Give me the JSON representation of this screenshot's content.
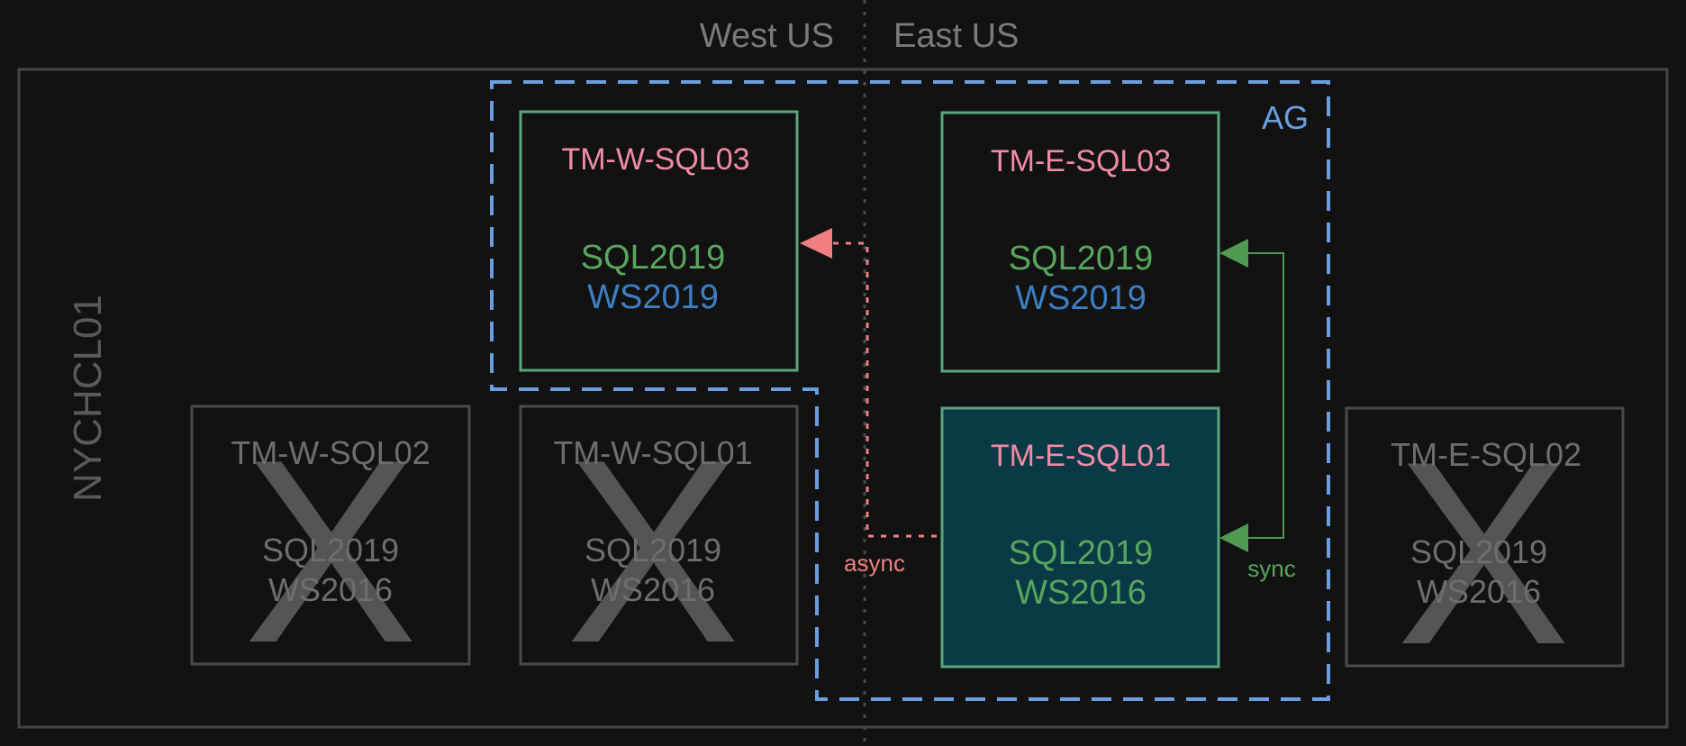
{
  "regions": {
    "west": "West US",
    "east": "East US"
  },
  "cluster": {
    "name": "NYCHCL01"
  },
  "ag": {
    "label": "AG"
  },
  "active_nodes": [
    {
      "name": "TM-W-SQL03",
      "sql": "SQL2019",
      "os": "WS2019"
    },
    {
      "name": "TM-E-SQL03",
      "sql": "SQL2019",
      "os": "WS2019"
    },
    {
      "name": "TM-E-SQL01",
      "sql": "SQL2019",
      "os": "WS2016",
      "primary": true
    }
  ],
  "decommissioned_nodes": [
    {
      "name": "TM-W-SQL02",
      "sql": "SQL2019",
      "os": "WS2016"
    },
    {
      "name": "TM-W-SQL01",
      "sql": "SQL2019",
      "os": "WS2016"
    },
    {
      "name": "TM-E-SQL02",
      "sql": "SQL2019",
      "os": "WS2016"
    }
  ],
  "links": {
    "async": "async",
    "sync": "sync"
  },
  "marks": {
    "removed": "X"
  },
  "colors": {
    "background": "#121212",
    "node_border": "#5aa57c",
    "primary_fill": "#0b3a47",
    "ag_border": "#6a9ee0",
    "hostname": "#f28ca6",
    "async_link": "#f27f7f",
    "sync_link": "#4f9a52"
  }
}
